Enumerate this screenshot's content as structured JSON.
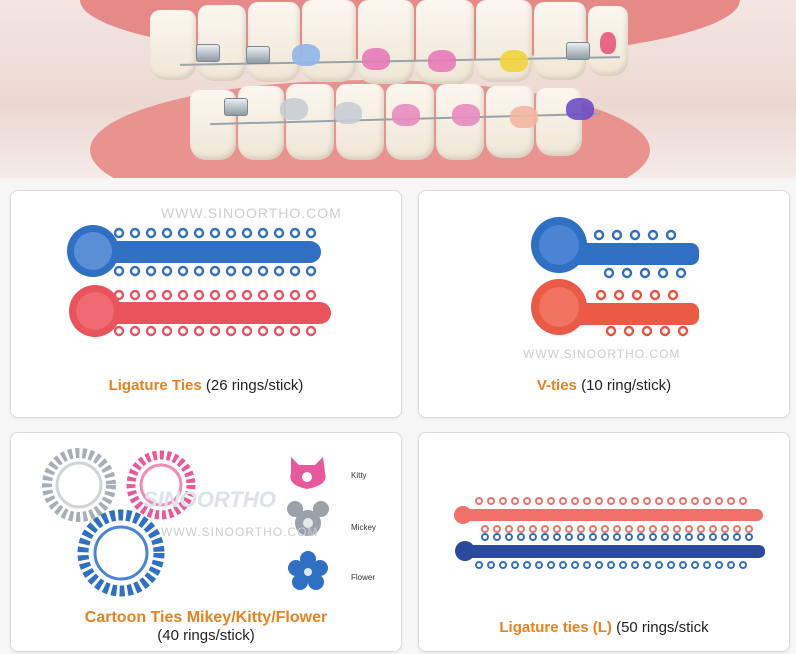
{
  "watermarks": {
    "url_large": "WWW.SINOORTHO.COM",
    "url_small": "WWW.SINOORTHO.COM",
    "url_mid": "WWW.SINOORTHO.COM",
    "logo": "SINOORTHO"
  },
  "panels": {
    "ligature": {
      "highlight": "Ligature Ties",
      "rest": " (26 rings/stick)"
    },
    "vties": {
      "highlight": "V-ties",
      "rest": "  (10 ring/stick)"
    },
    "cartoon": {
      "highlight": "Cartoon Ties Mikey/Kitty/Flower",
      "rest": "(40 rings/stick)",
      "labels": {
        "kitty": "Kitty",
        "mickey": "Mickey",
        "flower": "Flower"
      }
    },
    "ligature_l": {
      "highlight": "Ligature ties (L)",
      "rest": " (50 rings/stick"
    }
  },
  "colors": {
    "accent": "#e8821e",
    "blue": "#2f6fc4",
    "red": "#e8535c",
    "pink": "#e8589a",
    "silver": "#a7aeb5",
    "navy": "#2c4a9c",
    "salmon": "#f0706a"
  }
}
